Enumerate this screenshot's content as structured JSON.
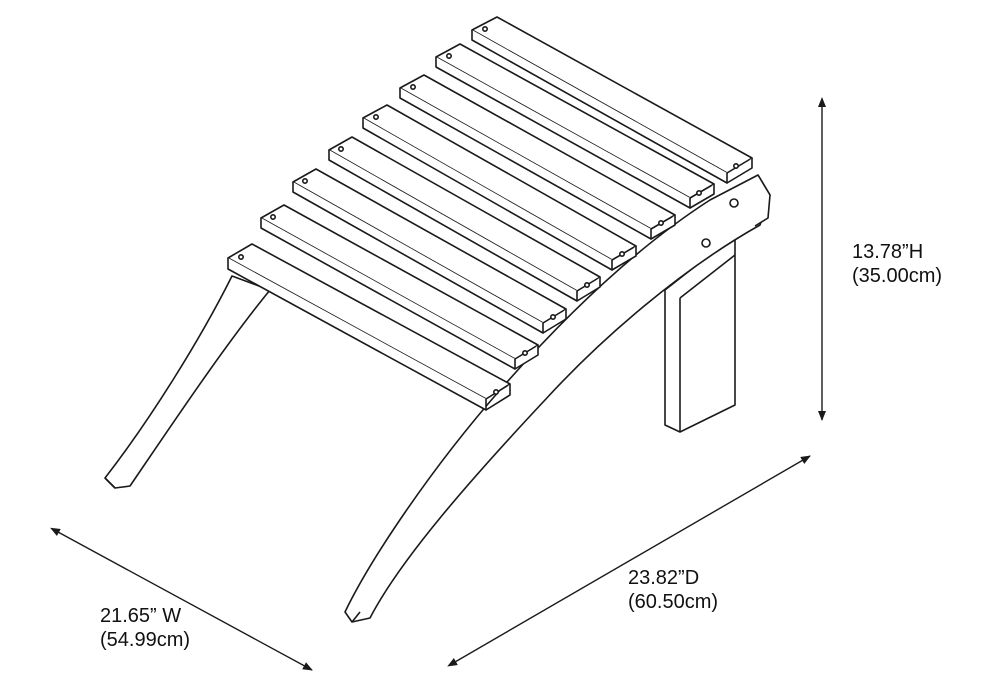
{
  "dimensions": {
    "height": {
      "imperial": "13.78”H",
      "metric": "(35.00cm)"
    },
    "depth": {
      "imperial": "23.82”D",
      "metric": "(60.50cm)"
    },
    "width": {
      "imperial": "21.65” W",
      "metric": "(54.99cm)"
    }
  },
  "colors": {
    "line": "#1a1a1a",
    "background": "#ffffff"
  }
}
